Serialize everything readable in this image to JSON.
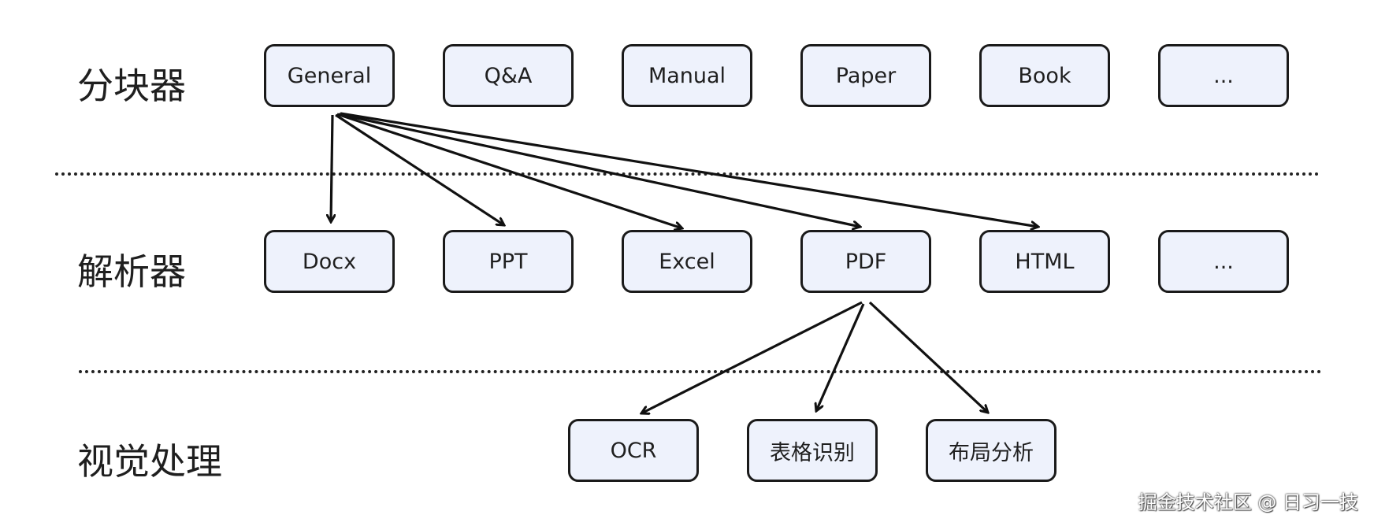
{
  "rows": [
    {
      "label": "分块器",
      "boxes": [
        "General",
        "Q&A",
        "Manual",
        "Paper",
        "Book",
        "..."
      ]
    },
    {
      "label": "解析器",
      "boxes": [
        "Docx",
        "PPT",
        "Excel",
        "PDF",
        "HTML",
        "..."
      ]
    },
    {
      "label": "视觉处理",
      "boxes": [
        "OCR",
        "表格识别",
        "布局分析"
      ]
    }
  ],
  "watermark": "掘金技术社区 @ 日习一技",
  "colors": {
    "box_fill": "#eef2fc",
    "stroke": "#1a1a1a",
    "background": "#ffffff"
  }
}
